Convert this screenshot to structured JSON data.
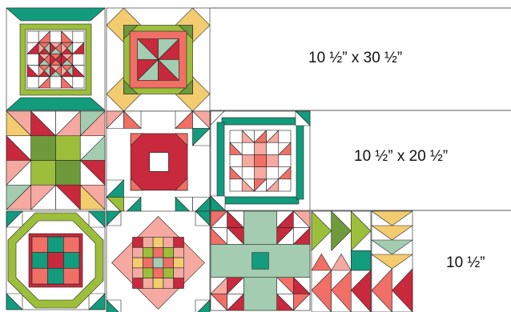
{
  "labels": {
    "row1": "10 ½” x 30 ½”",
    "row2": "10 ½” x 20 ½”",
    "row3": "10 ½”"
  },
  "colors": {
    "teal": "#139B7D",
    "lime": "#9DBE3A",
    "olive": "#6E9A3B",
    "coral": "#F06F66",
    "pink": "#F5A9A0",
    "red": "#C8293C",
    "sage": "#A3CCB0",
    "yellow": "#F3CC70",
    "outline": "#222222",
    "white": "#FFFFFF"
  },
  "blocks": [
    "star-frame-block",
    "pinwheel-medallion-block",
    "bowtie-block",
    "churn-dash-block",
    "framed-nine-patch-block",
    "octagon-block",
    "diamond-patch-block",
    "cross-block",
    "flying-geese-block-left",
    "flying-geese-block-right"
  ]
}
